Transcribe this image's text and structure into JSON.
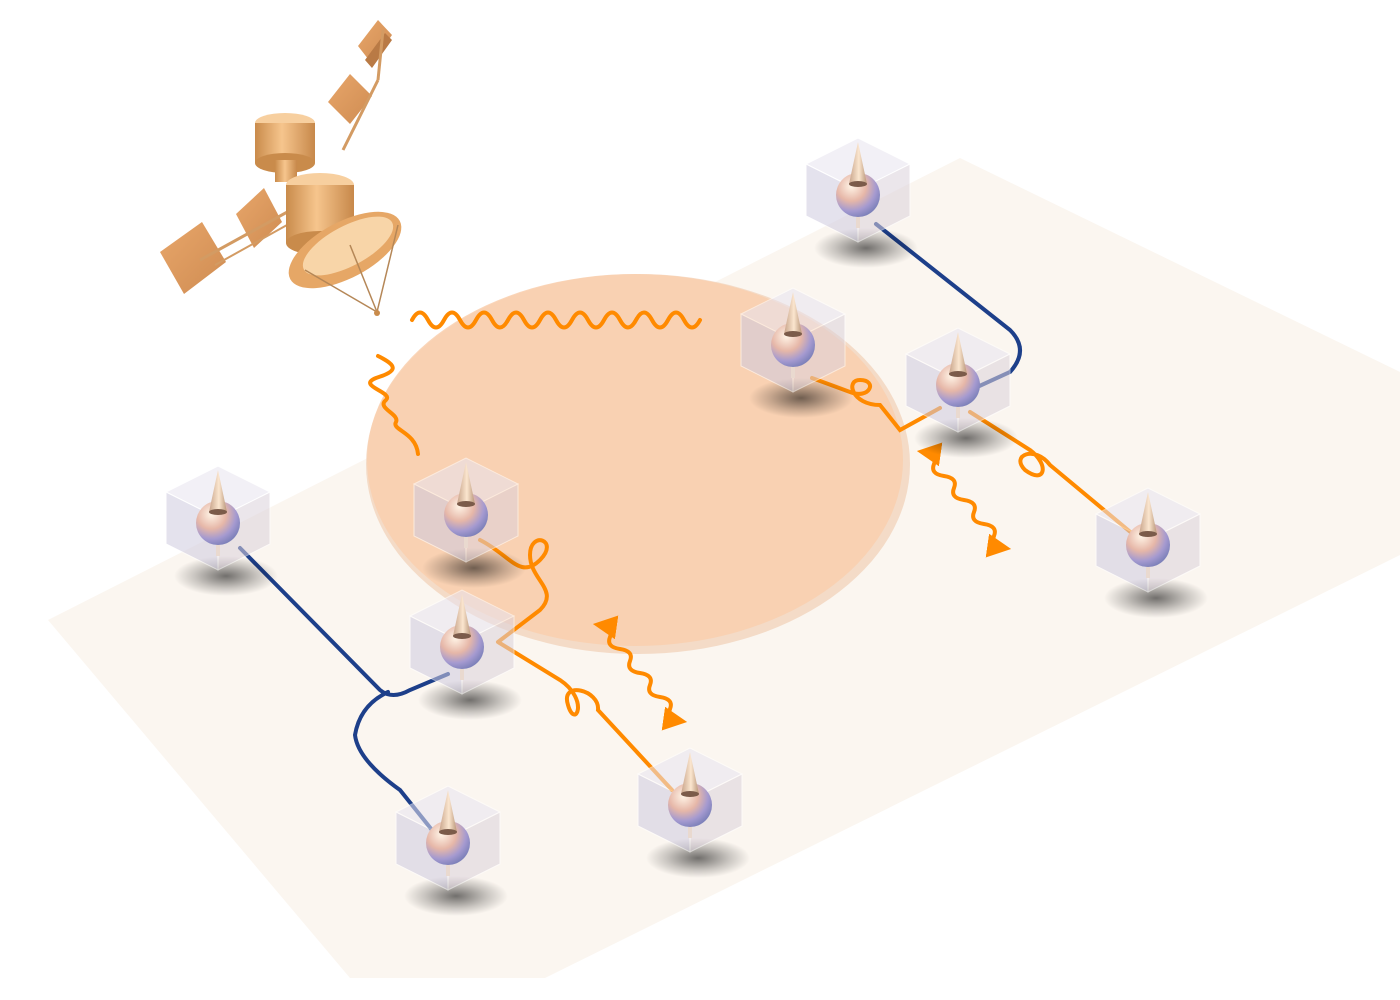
{
  "scene": {
    "satellite": {
      "icon": "satellite-icon"
    },
    "qubits": [
      {
        "id": "q-left-top",
        "group": "left"
      },
      {
        "id": "q-left-mid",
        "group": "left"
      },
      {
        "id": "q-left-bottom",
        "group": "left"
      },
      {
        "id": "q-center-top",
        "group": "center"
      },
      {
        "id": "q-center-bottom",
        "group": "center"
      },
      {
        "id": "q-right-top",
        "group": "right"
      },
      {
        "id": "q-right-mid-left",
        "group": "right"
      },
      {
        "id": "q-right-mid",
        "group": "right"
      },
      {
        "id": "q-right-bottom",
        "group": "right"
      }
    ]
  },
  "colors": {
    "photon_orange": "#ff8a00",
    "fiber_blue": "#1d3f8a",
    "ground_plane": "#fbf6f0",
    "coverage_disk": "#f9c9a3",
    "cube_fill": "#d9d6e6",
    "satellite_gold": "#e9a560"
  }
}
